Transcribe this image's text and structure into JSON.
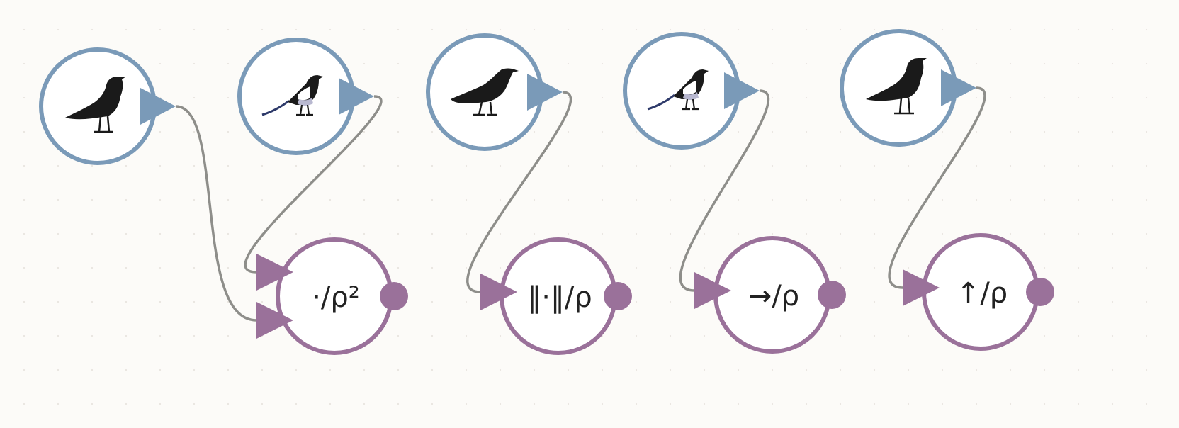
{
  "colors": {
    "source_node": "#7a9ab8",
    "op_node": "#9a719a",
    "wire": "#8e8e8a",
    "node_fill": "#ffffff",
    "background": "#fcfbf8"
  },
  "source_nodes": [
    {
      "id": "src-1",
      "icon": "crow-icon"
    },
    {
      "id": "src-2",
      "icon": "magpie-icon"
    },
    {
      "id": "src-3",
      "icon": "raven-icon"
    },
    {
      "id": "src-4",
      "icon": "magpie-icon"
    },
    {
      "id": "src-5",
      "icon": "crow-icon"
    }
  ],
  "op_nodes": [
    {
      "id": "op-1",
      "label": "·/ρ²"
    },
    {
      "id": "op-2",
      "label": "‖·‖/ρ"
    },
    {
      "id": "op-3",
      "label": "→/ρ"
    },
    {
      "id": "op-4",
      "label": "↑/ρ"
    }
  ],
  "edges": [
    {
      "from": "src-1",
      "to": "op-1",
      "port": 1
    },
    {
      "from": "src-2",
      "to": "op-1",
      "port": 0
    },
    {
      "from": "src-3",
      "to": "op-2",
      "port": 0
    },
    {
      "from": "src-4",
      "to": "op-3",
      "port": 0
    },
    {
      "from": "src-5",
      "to": "op-4",
      "port": 0
    }
  ]
}
